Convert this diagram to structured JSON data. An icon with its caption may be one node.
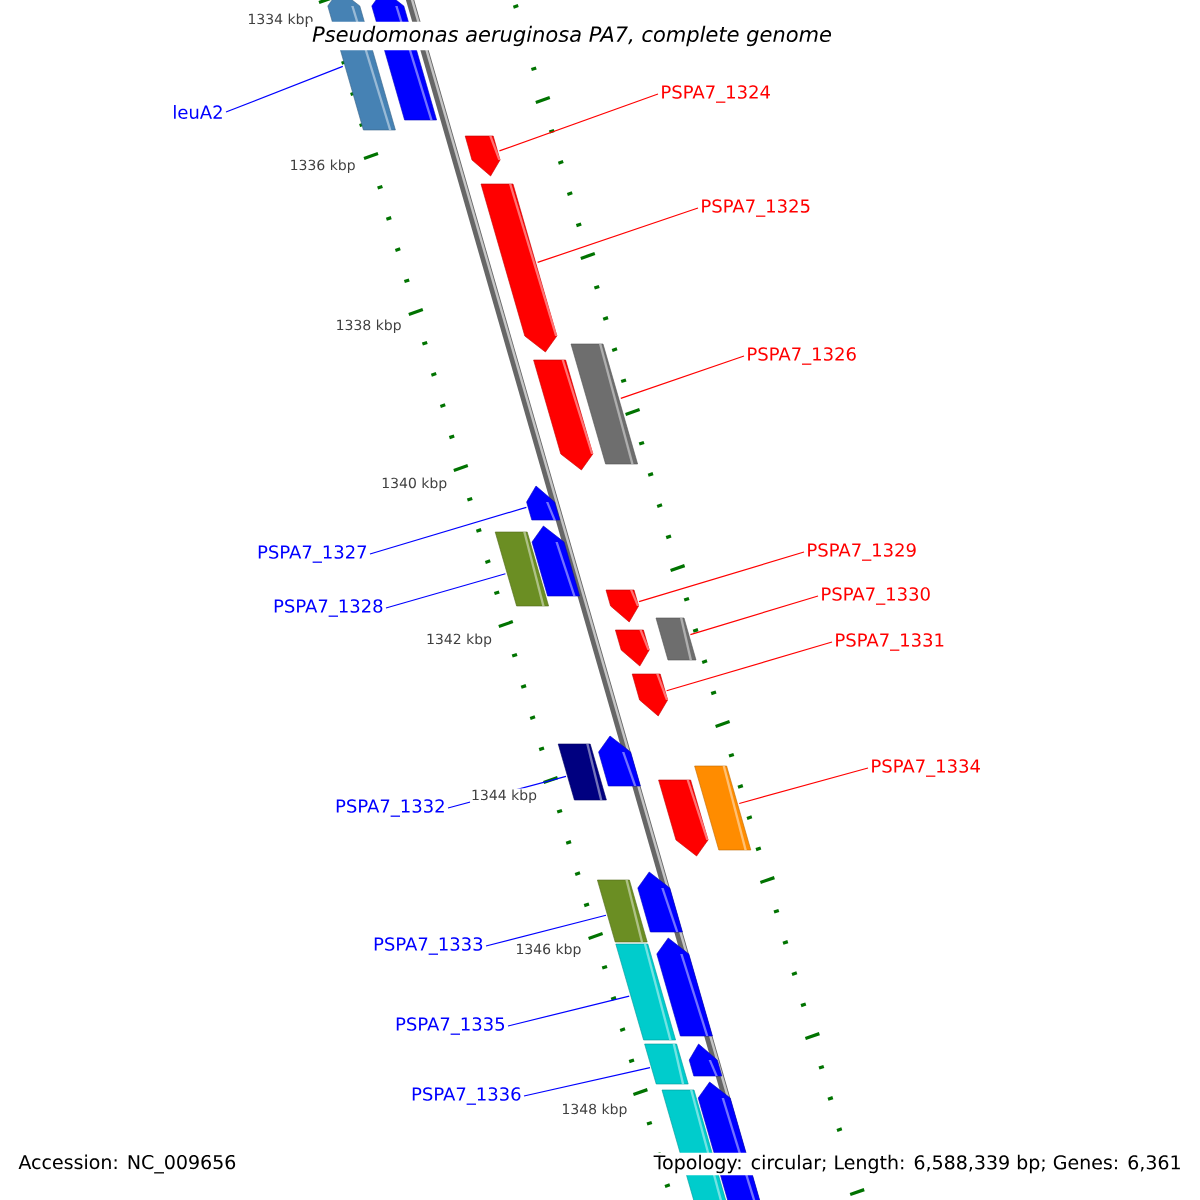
{
  "diagram": {
    "title": "Pseudomonas aeruginosa PA7, complete genome",
    "nodes": [
      {
        "text": [
          "leuA2"
        ]
      },
      {
        "text": [
          "PSPA7_1324"
        ]
      },
      {
        "text": [
          "PSPA7_1325"
        ]
      },
      {
        "text": [
          "PSPA7_1326"
        ]
      },
      {
        "text": [
          "PSPA7_1327"
        ]
      },
      {
        "text": [
          "PSPA7_1328"
        ]
      },
      {
        "text": [
          "PSPA7_1329"
        ]
      },
      {
        "text": [
          "PSPA7_1330"
        ]
      },
      {
        "text": [
          "PSPA7_1331"
        ]
      },
      {
        "text": [
          "PSPA7_1332"
        ]
      },
      {
        "text": [
          "PSPA7_1334"
        ]
      },
      {
        "text": [
          "PSPA7_1333"
        ]
      },
      {
        "text": [
          "PSPA7_1335"
        ]
      },
      {
        "text": [
          "PSPA7_1336"
        ]
      },
      {
        "text": [],
        "shape": "arrow"
      },
      {
        "text": [],
        "shape": "arrow"
      },
      {
        "text": [],
        "shape": "arrow"
      },
      {
        "text": [],
        "shape": "arrow"
      },
      {
        "text": [],
        "shape": "box"
      },
      {
        "text": [],
        "shape": "arrow"
      },
      {
        "text": [],
        "shape": "arrow"
      },
      {
        "text": [],
        "shape": "arrow"
      },
      {
        "text": [],
        "shape": "box"
      },
      {
        "text": [],
        "shape": "arrow"
      },
      {
        "text": [],
        "shape": "box"
      },
      {
        "text": [],
        "shape": "arrow"
      },
      {
        "text": [],
        "shape": "arrow"
      },
      {
        "text": [],
        "shape": "arrow"
      },
      {
        "text": [],
        "shape": "box"
      },
      {
        "text": [],
        "shape": "box"
      },
      {
        "text": [],
        "shape": "arrow"
      },
      {
        "text": [],
        "shape": "arrow"
      },
      {
        "text": [],
        "shape": "box"
      },
      {
        "text": [],
        "shape": "arrow"
      },
      {
        "text": [],
        "shape": "box"
      },
      {
        "text": [],
        "shape": "arrow"
      },
      {
        "text": [],
        "shape": "box"
      },
      {
        "text": [],
        "shape": "arrow"
      },
      {
        "text": [],
        "shape": "box"
      }
    ],
    "edges": [
      {
        "from": 0,
        "to": 14,
        "arrow": "none"
      },
      {
        "from": 1,
        "to": 16,
        "arrow": "none",
        "color": "#ff0000"
      },
      {
        "from": 2,
        "to": 17,
        "arrow": "none",
        "color": "#ff0000"
      },
      {
        "from": 3,
        "to": 18,
        "arrow": "none",
        "color": "#ff0000"
      },
      {
        "from": 4,
        "to": 20,
        "arrow": "none"
      },
      {
        "from": 5,
        "to": 22,
        "arrow": "none"
      },
      {
        "from": 6,
        "to": 23,
        "arrow": "none",
        "color": "#ff0000"
      },
      {
        "from": 7,
        "to": 24,
        "arrow": "none",
        "color": "#ff0000"
      },
      {
        "from": 8,
        "to": 26,
        "arrow": "none",
        "color": "#ff0000"
      },
      {
        "from": 9,
        "to": 28,
        "arrow": "none"
      },
      {
        "from": 10,
        "to": 29,
        "arrow": "none",
        "color": "#ff0000"
      },
      {
        "from": 11,
        "to": 32,
        "arrow": "none"
      },
      {
        "from": 12,
        "to": 34,
        "arrow": "none"
      },
      {
        "from": 13,
        "to": 36,
        "arrow": "none"
      }
    ],
    "labels": [
      "1334 kbp",
      "1336 kbp",
      "1338 kbp",
      "1340 kbp",
      "1342 kbp",
      "1344 kbp",
      "1346 kbp",
      "1348 kbp",
      "Accession: NC_009656",
      "Topology: circular; Length: 6,588,339 bp; Genes: 6,361"
    ]
  }
}
